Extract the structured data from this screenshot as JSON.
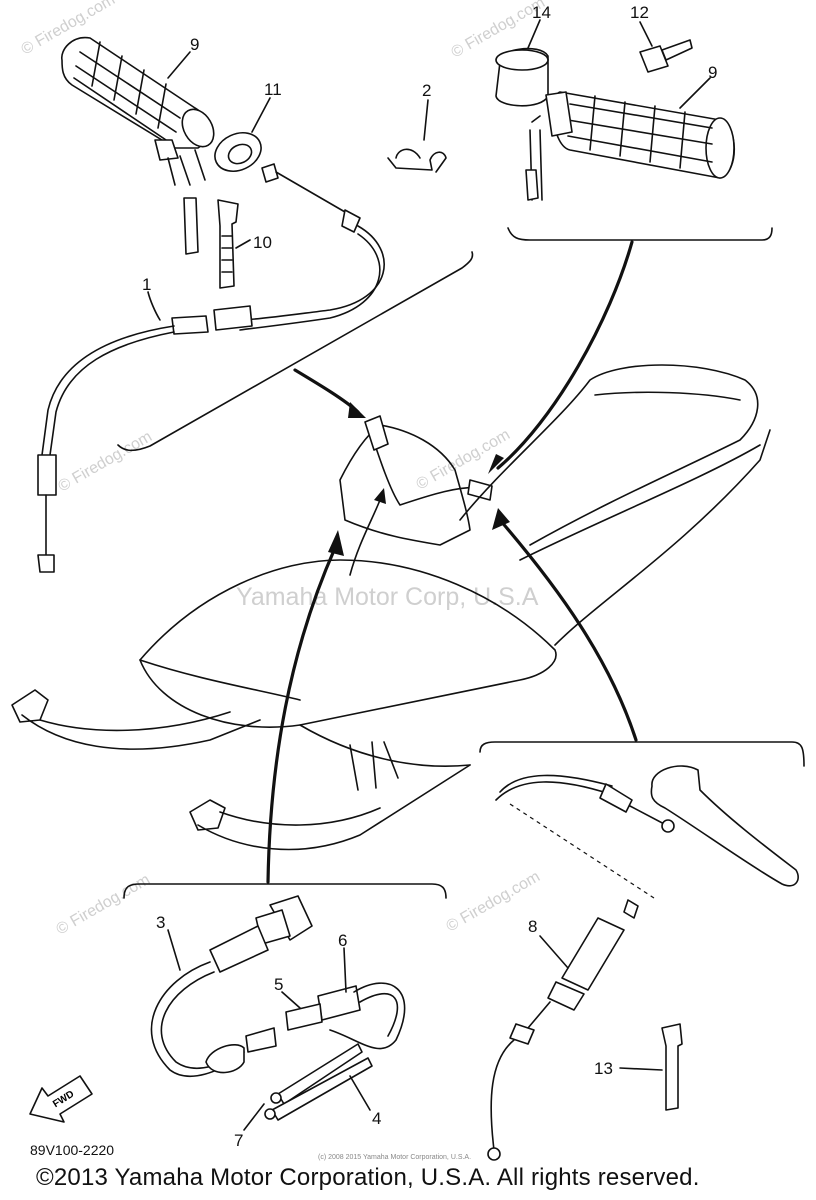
{
  "diagram": {
    "watermarks": {
      "center": "Yamaha Motor Corp, U.S.A",
      "tile": "© Firedog.com"
    },
    "callouts": {
      "c1": "1",
      "c2": "2",
      "c3": "3",
      "c4": "4",
      "c5": "5",
      "c6": "6",
      "c7": "7",
      "c8": "8",
      "c9a": "9",
      "c9b": "9",
      "c10": "10",
      "c11": "11",
      "c12": "12",
      "c13": "13",
      "c14": "14"
    },
    "fwd_badge": "FWD",
    "drawing_code": "89V100-2220",
    "fine_print": "(c) 2008 2015 Yamaha Motor Corporation, U.S.A.",
    "copyright": "©2013 Yamaha Motor Corporation, U.S.A. All rights reserved."
  }
}
